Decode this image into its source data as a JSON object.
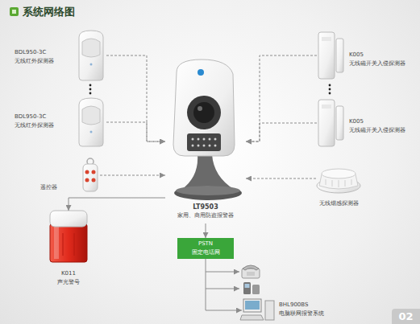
{
  "diagram": {
    "title": "系统网络图",
    "nodes": [
      {
        "text": [
          "BDL950-3C",
          "无线红外探测器"
        ]
      },
      {
        "text": [
          "K005",
          "无线磁开关入侵探测器"
        ]
      },
      {
        "text": [
          "BDL950-3C",
          "无线红外探测器"
        ]
      },
      {
        "text": [
          "K005",
          "无线磁开关入侵探测器"
        ]
      },
      {
        "text": [
          "遥控器"
        ]
      },
      {
        "text": [
          "LT9503",
          "家用、商用防盗报警器"
        ]
      },
      {
        "text": [
          "无线烟感探测器"
        ]
      },
      {
        "text": [
          "K011",
          "声光警号"
        ]
      },
      {
        "text": [
          "PSTN",
          "固定电话网"
        ]
      },
      {
        "text": [
          "BHL900BS",
          "电脑联网报警系统"
        ]
      }
    ],
    "edges": [
      {
        "from": 0,
        "to": 5,
        "arrow": "to"
      },
      {
        "from": 1,
        "to": 5,
        "arrow": "to"
      },
      {
        "from": 2,
        "to": 5,
        "arrow": "to"
      },
      {
        "from": 3,
        "to": 5,
        "arrow": "to"
      },
      {
        "from": 4,
        "to": 5,
        "arrow": "to"
      },
      {
        "from": 6,
        "to": 5,
        "arrow": "to"
      },
      {
        "from": 5,
        "to": 7,
        "arrow": "to"
      },
      {
        "from": 5,
        "to": 8,
        "arrow": "to"
      },
      {
        "from": 8,
        "to": 9,
        "arrow": "to"
      }
    ],
    "labels": [
      "02"
    ]
  }
}
